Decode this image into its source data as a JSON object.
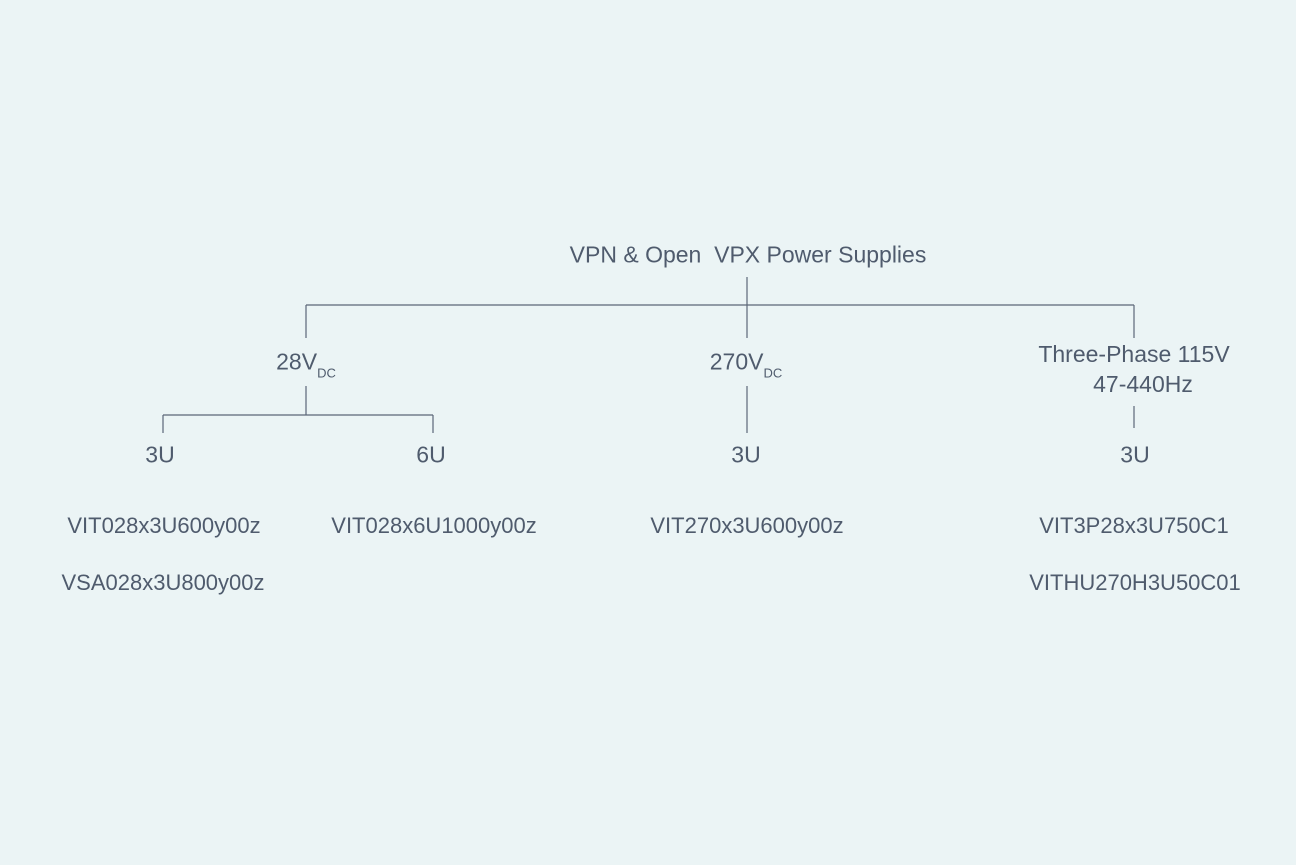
{
  "root": {
    "label": "VPN & Open  VPX Power Supplies"
  },
  "branches": {
    "dc28": {
      "main": "28V",
      "sub": "DC",
      "forms": {
        "u3": {
          "label": "3U",
          "products": [
            "VIT028x3U600y00z",
            "VSA028x3U800y00z"
          ]
        },
        "u6": {
          "label": "6U",
          "products": [
            "VIT028x6U1000y00z"
          ]
        }
      }
    },
    "dc270": {
      "main": "270V",
      "sub": "DC",
      "forms": {
        "u3": {
          "label": "3U",
          "products": [
            "VIT270x3U600y00z"
          ]
        }
      }
    },
    "ac3p": {
      "line1": "Three-Phase 115V",
      "line2": "47-440Hz",
      "forms": {
        "u3": {
          "label": "3U",
          "products": [
            "VIT3P28x3U750C1",
            "VITHU270H3U50C01"
          ]
        }
      }
    }
  },
  "colors": {
    "background": "#ebf4f5",
    "line": "#5b6677",
    "text": "#4f5b6d"
  }
}
